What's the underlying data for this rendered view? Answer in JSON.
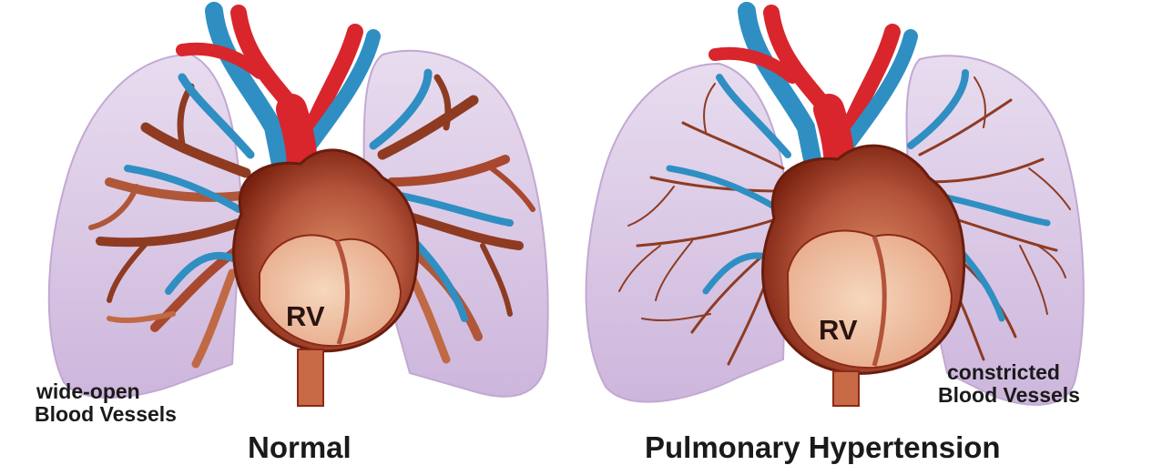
{
  "panels": [
    {
      "id": "normal",
      "caption": "Normal",
      "chamber_label": "RV",
      "annotation": [
        "wide-open",
        "Blood Vessels"
      ],
      "vessel_state": "wide-open"
    },
    {
      "id": "pulmonary-hypertension",
      "caption": "Pulmonary Hypertension",
      "chamber_label": "RV",
      "annotation": [
        "constricted",
        "Blood Vessels"
      ],
      "vessel_state": "constricted"
    }
  ],
  "colors": {
    "lung": "#dccbe6",
    "lung_edge": "#b79ac8",
    "vein": "#2f8fc3",
    "artery": "#d8262c",
    "heart": "#8c2a17",
    "heart_inner": "#f0c09c",
    "branch": "#8e3b22"
  }
}
